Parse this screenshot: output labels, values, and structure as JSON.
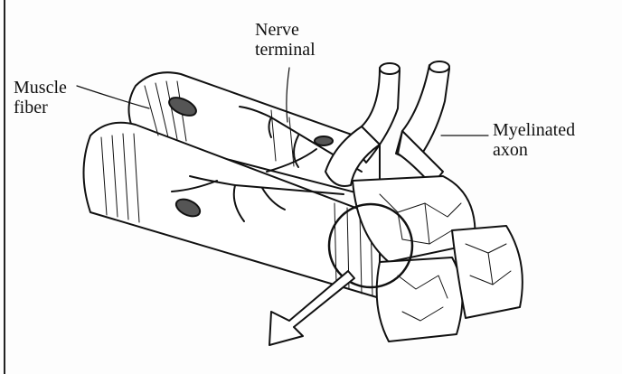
{
  "labels": {
    "nerve_terminal_line1": "Nerve",
    "nerve_terminal_line2": "terminal",
    "muscle_fiber_line1": "Muscle",
    "muscle_fiber_line2": "fiber",
    "myelinated_axon_line1": "Myelinated",
    "myelinated_axon_line2": "axon"
  },
  "colors": {
    "ink": "#111111",
    "paper": "#fdfdfd",
    "bleed_through": "#cfcfcf"
  }
}
